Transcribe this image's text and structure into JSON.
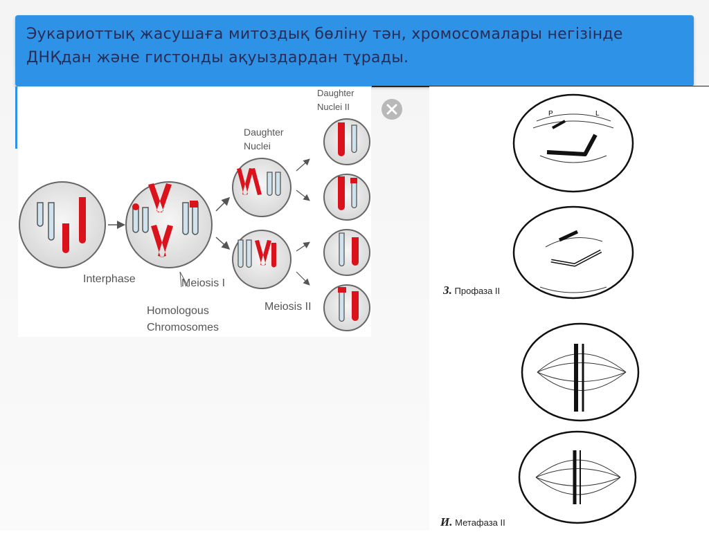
{
  "slide": {
    "title": "Эукариоттық жасушаға митоздық бөліну тән, хромосомалары негізінде ДНҚдан және гистонды ақуыздардан тұрады."
  },
  "left_figure": {
    "labels": {
      "interphase": "Interphase",
      "meiosis_1": "Meiosis I",
      "meiosis_2": "Meiosis II",
      "homologous_line1": "Homologous",
      "homologous_line2": "Chromosomes",
      "daughter_nuclei_line1": "Daughter",
      "daughter_nuclei_line2": "Nuclei",
      "daughter_nuclei_2_line1": "Daughter",
      "daughter_nuclei_2_line2": "Nuclei II"
    },
    "colors": {
      "red": "#d9121b",
      "blue": "#cfe3ee",
      "outline": "#555555"
    }
  },
  "right_figure": {
    "phase_3_letter": "З.",
    "phase_3_name": "Профаза II",
    "phase_4_letter": "И.",
    "phase_4_name": "Метафаза II"
  },
  "icons": {
    "close": "close-icon"
  }
}
